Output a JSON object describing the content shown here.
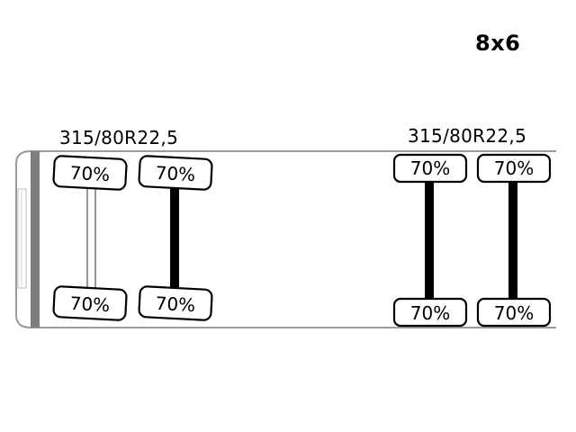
{
  "configuration": "8x6",
  "front_tire_size": "315/80R22,5",
  "rear_tire_size": "315/80R22,5",
  "axles": [
    {
      "name": "front-axle-1",
      "driven": false,
      "top_tread": "70%",
      "bottom_tread": "70%"
    },
    {
      "name": "front-axle-2",
      "driven": true,
      "top_tread": "70%",
      "bottom_tread": "70%"
    },
    {
      "name": "rear-axle-1",
      "driven": true,
      "top_tread": "70%",
      "bottom_tread": "70%"
    },
    {
      "name": "rear-axle-2",
      "driven": true,
      "top_tread": "70%",
      "bottom_tread": "70%"
    }
  ]
}
